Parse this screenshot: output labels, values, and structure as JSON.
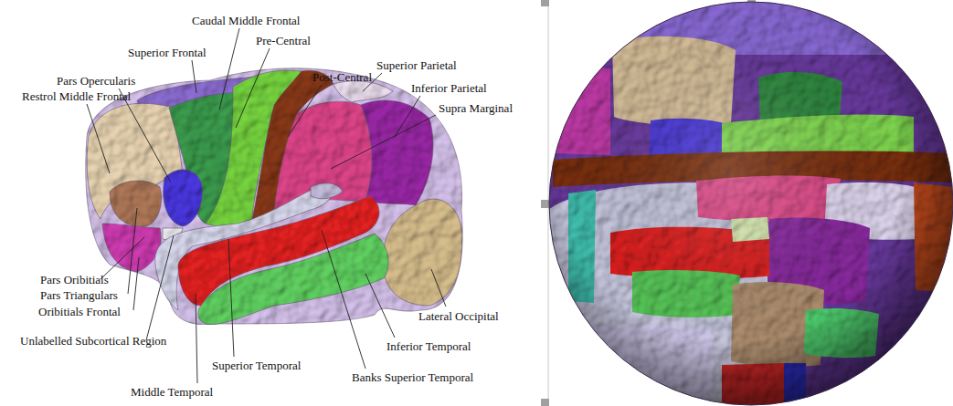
{
  "diagram": {
    "labels": [
      "Caudal Middle Frontal",
      "Pre-Central",
      "Superior Frontal",
      "Post-Central",
      "Superior Parietal",
      "Pars Opercularis",
      "Inferior Parietal",
      "Restrol Middle Frontal",
      "Supra Marginal",
      "Pars Oribitials",
      "Pars Triangulars",
      "Oribitials Frontal",
      "Unlabelled Subcortical Region",
      "Lateral Occipital",
      "Inferior Temporal",
      "Superior Temporal",
      "Banks Superior Temporal",
      "Middle Temporal"
    ]
  }
}
